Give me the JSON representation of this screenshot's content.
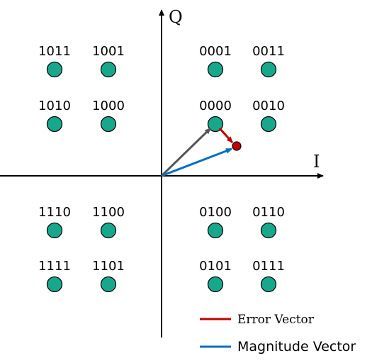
{
  "axes": {
    "q_label": "Q",
    "i_label": "I"
  },
  "colors": {
    "point_fill": "#17a88b",
    "point_stroke": "#000000",
    "error_vector": "#c00000",
    "magnitude_vector": "#0070c0",
    "reference_vector": "#555555",
    "received_point": "#c00000"
  },
  "constellation": [
    {
      "bits": "1011"
    },
    {
      "bits": "1001"
    },
    {
      "bits": "0001"
    },
    {
      "bits": "0011"
    },
    {
      "bits": "1010"
    },
    {
      "bits": "1000"
    },
    {
      "bits": "0000"
    },
    {
      "bits": "0010"
    },
    {
      "bits": "1110"
    },
    {
      "bits": "1100"
    },
    {
      "bits": "0100"
    },
    {
      "bits": "0110"
    },
    {
      "bits": "1111"
    },
    {
      "bits": "1101"
    },
    {
      "bits": "0101"
    },
    {
      "bits": "0111"
    }
  ],
  "legend": {
    "error_label": "Error Vector",
    "magnitude_label": "Magnitude Vector"
  }
}
